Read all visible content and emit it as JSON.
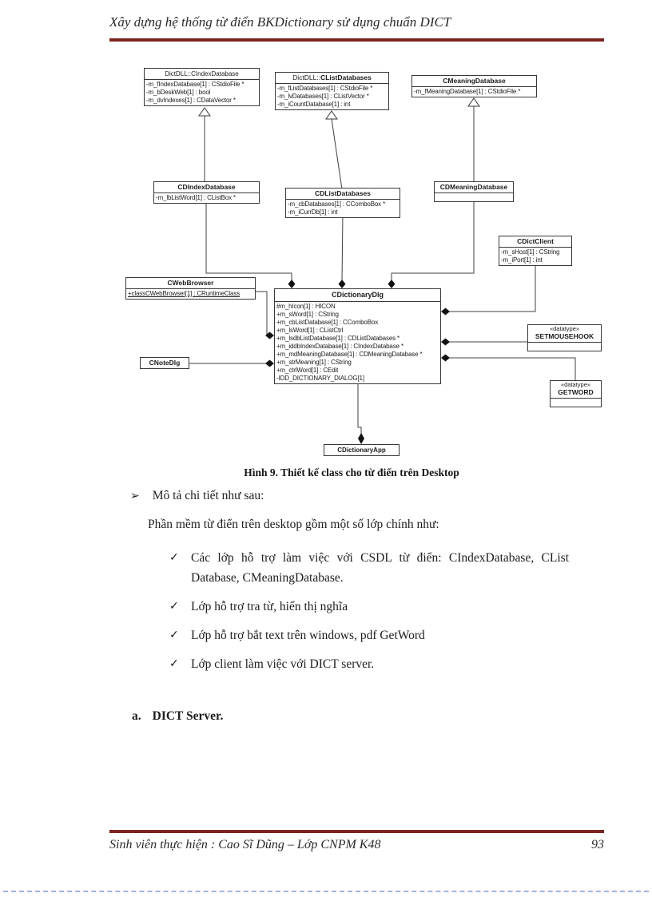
{
  "colors": {
    "accent_maroon": "#7b2421",
    "page_break_blue": "#9cb6dd"
  },
  "header": {
    "title": "Xây dựng hệ thống từ điển BKDictionary sử dụng chuẩn DICT"
  },
  "diagram": {
    "caption": "Hình 9. Thiết kế class cho từ điển trên Desktop",
    "classes": {
      "dict_index_database": {
        "title": "DictDLL::CIndexDatabase",
        "attributes": [
          "-m_fIndexDatabase[1] : CStdioFile *",
          "-m_bDeskWeb[1] : bool",
          "-m_dvIndexes[1] : CDataVector *"
        ]
      },
      "dict_list_databases": {
        "title_prefix": "DictDLL::",
        "title": "CListDatabases",
        "attributes": [
          "-m_fListDatabases[1] : CStdioFile *",
          "-m_lvDatabases[1] : CListVector *",
          "-m_iCountDatabase[1] : int"
        ]
      },
      "c_meaning_database": {
        "title": "CMeaningDatabase",
        "attributes": [
          "-m_fMeaningDatabase[1] : CStdioFile *"
        ]
      },
      "cd_index_database": {
        "title": "CDIndexDatabase",
        "attributes": [
          "-m_lbListWord[1] : CListBox *"
        ]
      },
      "cd_list_databases": {
        "title": "CDListDatabases",
        "attributes": [
          "-m_cbDatabases[1] : CComboBox *",
          "-m_iCurrDb[1] : int"
        ]
      },
      "cd_meaning_database": {
        "title": "CDMeaningDatabase"
      },
      "c_dict_client": {
        "title": "CDictClient",
        "attributes": [
          "-m_sHost[1] : CString",
          "-m_iPort[1] : int"
        ]
      },
      "c_web_browser": {
        "title": "CWebBrowser",
        "attributes": [
          "+classCWebBrowser[1] : CRuntimeClass"
        ]
      },
      "c_dictionary_dlg": {
        "title": "CDictionaryDlg",
        "attributes": [
          "#m_hIcon[1] : HICON",
          "+m_sWord[1] : CString",
          "+m_cbListDatabase[1] : CComboBox",
          "+m_lsWord[1] : CListCtrl",
          "+m_lsdbListDatabase[1] : CDListDatabases *",
          "+m_iddbIndexDatabase[1] : CIndexDatabase *",
          "+m_mdMeaningDatabase[1] : CDMeaningDatabase *",
          "+m_strMeaning[1] : CString",
          "+m_ctrlWord[1] : CEdit",
          "-IDD_DICTIONARY_DIALOG[1]"
        ]
      },
      "c_note_dlg": {
        "title": "CNoteDlg"
      },
      "setmousehook": {
        "stereotype": "«datatype»",
        "title": "SETMOUSEHOOK"
      },
      "getword": {
        "stereotype": "«datatype»",
        "title": "GETWORD"
      },
      "c_dictionary_app": {
        "title": "CDictionaryApp"
      }
    }
  },
  "body": {
    "arrow_bullet": "➢",
    "check_bullet": "✓",
    "intro": "Mô tả chi tiết như sau:",
    "lead": "Phần mềm từ điển trên desktop gồm một số lớp chính như:",
    "items": [
      "Các lớp hỗ trợ làm việc với CSDL từ điển: CIndexDatabase, CList Database, CMeaningDatabase.",
      "Lớp hỗ trợ tra từ, hiển thị nghĩa",
      "Lớp hỗ trợ bắt text trên windows, pdf GetWord",
      "Lớp client làm việc với DICT server."
    ],
    "section_label": "a.",
    "section_title": "DICT Server."
  },
  "footer": {
    "author_line": "Sinh viên thực hiện : Cao Sĩ Dũng – Lớp CNPM K48",
    "page_number": "93"
  }
}
